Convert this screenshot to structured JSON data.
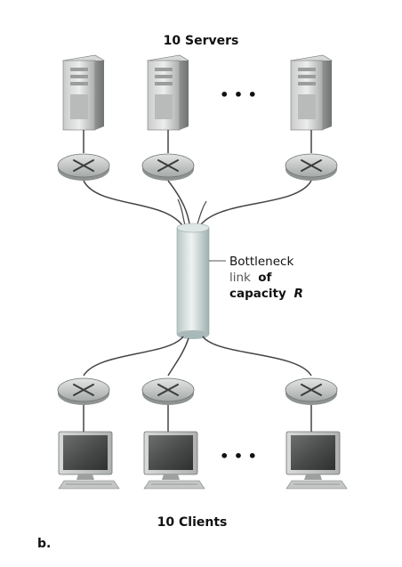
{
  "top_label": "10 Servers",
  "bottom_label": "10 Clients",
  "ellipsis_top": "• • •",
  "ellipsis_bottom": "• • •",
  "bottleneck": {
    "line1": "Bottleneck",
    "line2_a": "link",
    "line2_b": "of",
    "line3_a": "capacity",
    "line3_b": "R"
  },
  "panel_label": "b."
}
